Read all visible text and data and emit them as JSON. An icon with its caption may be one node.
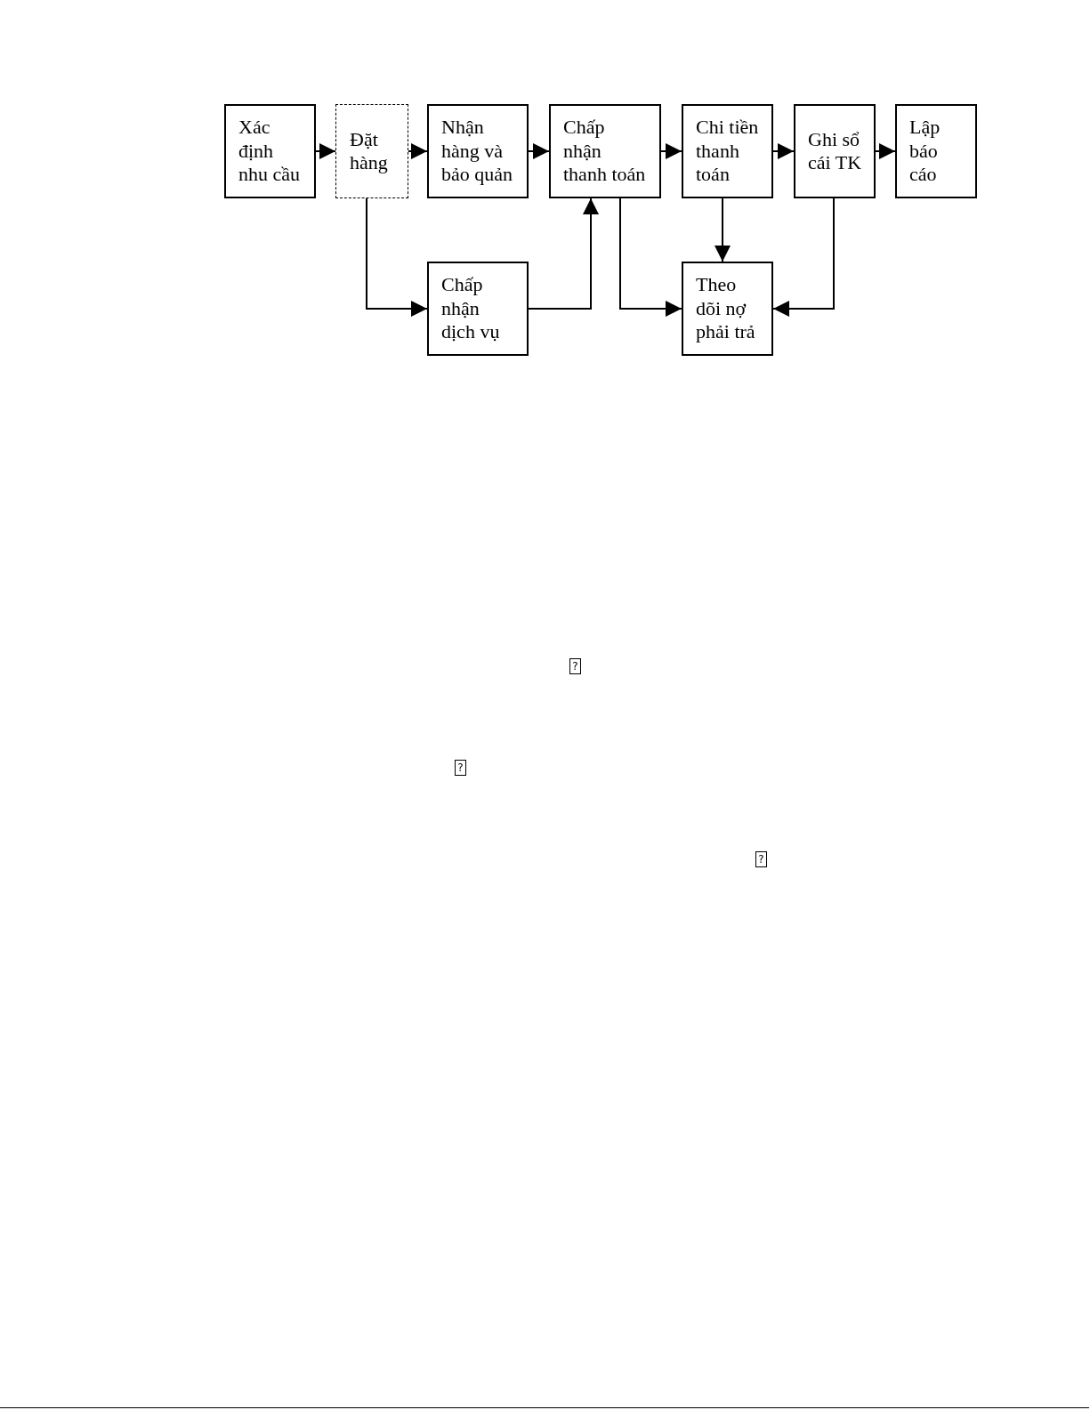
{
  "diagram": {
    "nodes": [
      {
        "text": [
          "Xác định nhu cầu"
        ]
      },
      {
        "text": [
          "Đặt hàng"
        ]
      },
      {
        "text": [
          "Nhận hàng và bảo quản"
        ]
      },
      {
        "text": [
          "Chấp nhận thanh toán"
        ]
      },
      {
        "text": [
          "Chi tiền thanh toán"
        ]
      },
      {
        "text": [
          "Ghi sổ cái TK"
        ]
      },
      {
        "text": [
          "Lập báo cáo"
        ]
      },
      {
        "text": [
          "Chấp nhận dịch vụ"
        ]
      },
      {
        "text": [
          "Theo dõi nợ phải trả"
        ]
      }
    ],
    "edges": [
      {
        "from": 0,
        "to": 1,
        "arrow": "to"
      },
      {
        "from": 1,
        "to": 2,
        "arrow": "to"
      },
      {
        "from": 2,
        "to": 3,
        "arrow": "to"
      },
      {
        "from": 3,
        "to": 4,
        "arrow": "to"
      },
      {
        "from": 4,
        "to": 5,
        "arrow": "to"
      },
      {
        "from": 5,
        "to": 6,
        "arrow": "to"
      },
      {
        "from": 1,
        "to": 7,
        "arrow": "to"
      },
      {
        "from": 7,
        "to": 3,
        "arrow": "to"
      },
      {
        "from": 3,
        "to": 8,
        "arrow": "to"
      },
      {
        "from": 4,
        "to": 8,
        "arrow": "to"
      },
      {
        "from": 5,
        "to": 8,
        "arrow": "to"
      }
    ],
    "labels": [
      "?",
      "?",
      "?"
    ]
  }
}
